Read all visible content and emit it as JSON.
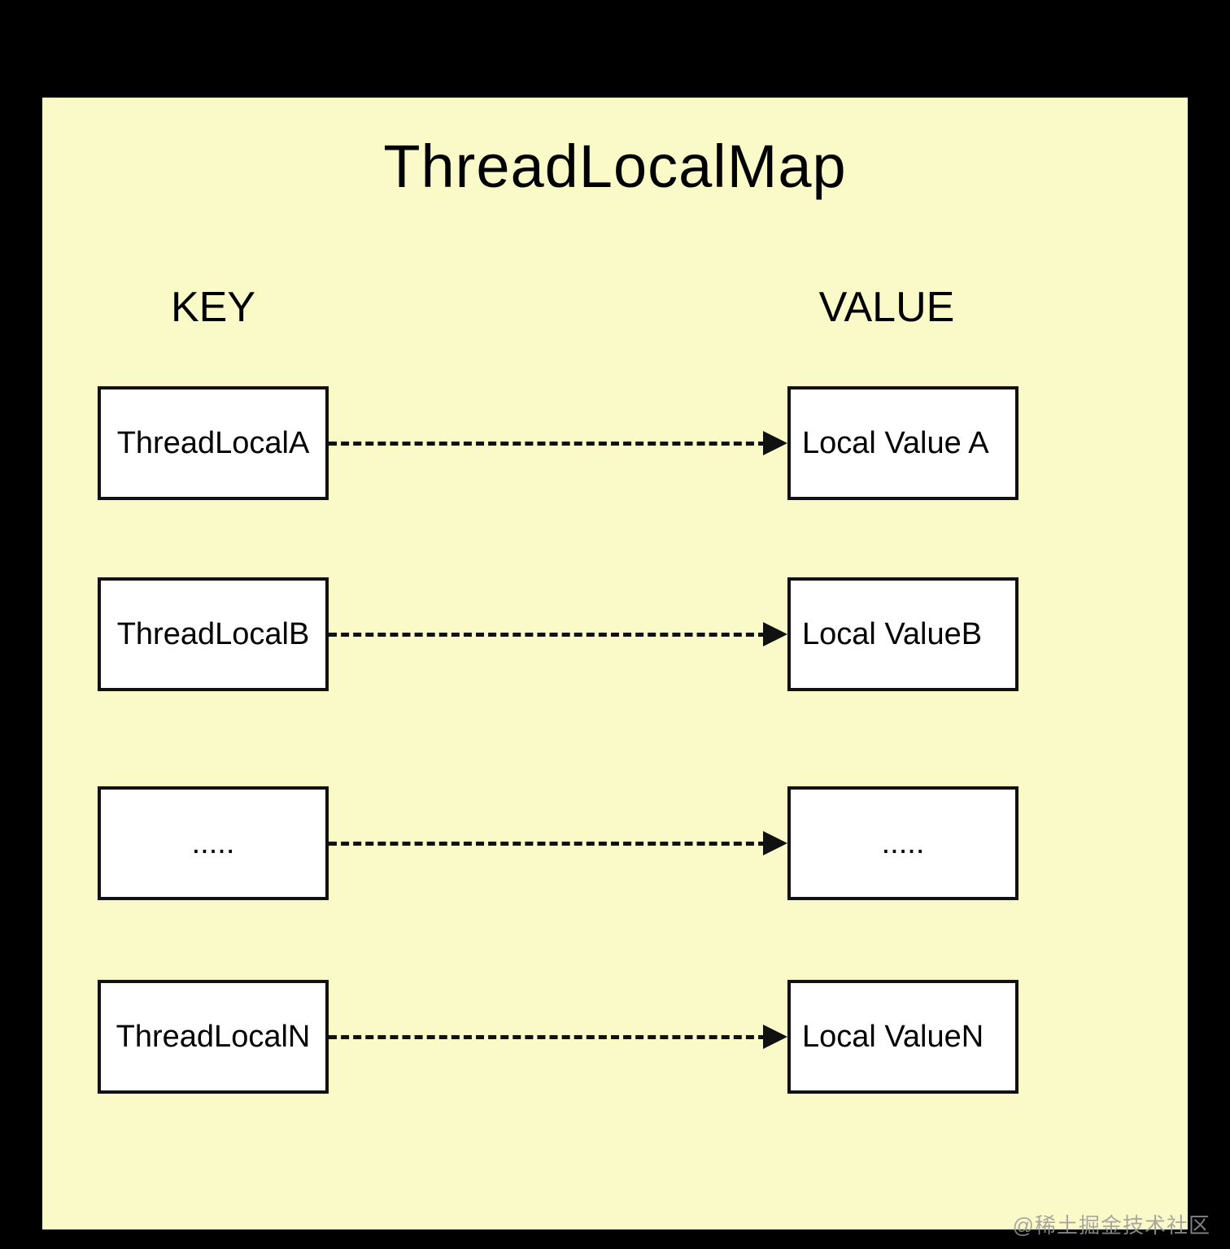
{
  "diagram": {
    "title": "ThreadLocalMap",
    "key_header": "KEY",
    "value_header": "VALUE",
    "rows": [
      {
        "key": "ThreadLocalA",
        "value": "Local Value A"
      },
      {
        "key": "ThreadLocalB",
        "value": "Local ValueB"
      },
      {
        "key": ".....",
        "value": "....."
      },
      {
        "key": "ThreadLocalN",
        "value": "Local ValueN"
      }
    ],
    "watermark": "@稀土掘金技术社区",
    "colors": {
      "background": "#000000",
      "panel": "#FAF9C8",
      "box_fill": "#FFFFFF",
      "box_border": "#111111",
      "text": "#000000",
      "watermark": "#9A9A9A"
    }
  }
}
